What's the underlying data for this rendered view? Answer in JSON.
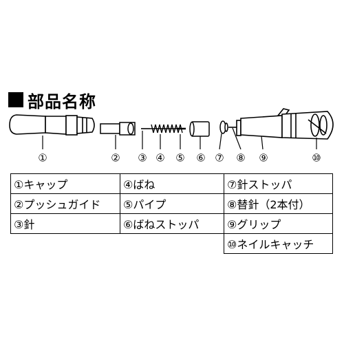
{
  "heading": {
    "title": "部品名称"
  },
  "diagram": {
    "numbers": [
      "①",
      "②",
      "③",
      "④",
      "⑤",
      "⑥",
      "⑦",
      "⑧",
      "⑨",
      "⑩"
    ]
  },
  "table": {
    "rows": [
      [
        "①キャップ",
        "④ばね",
        "⑦針ストッパ"
      ],
      [
        "②プッシュガイド",
        "⑤パイプ",
        "⑧替針（2本付）"
      ],
      [
        "③針",
        "⑥ばねストッパ",
        "⑨グリップ"
      ],
      [
        "",
        "",
        "⑩ネイルキャッチ"
      ]
    ]
  }
}
